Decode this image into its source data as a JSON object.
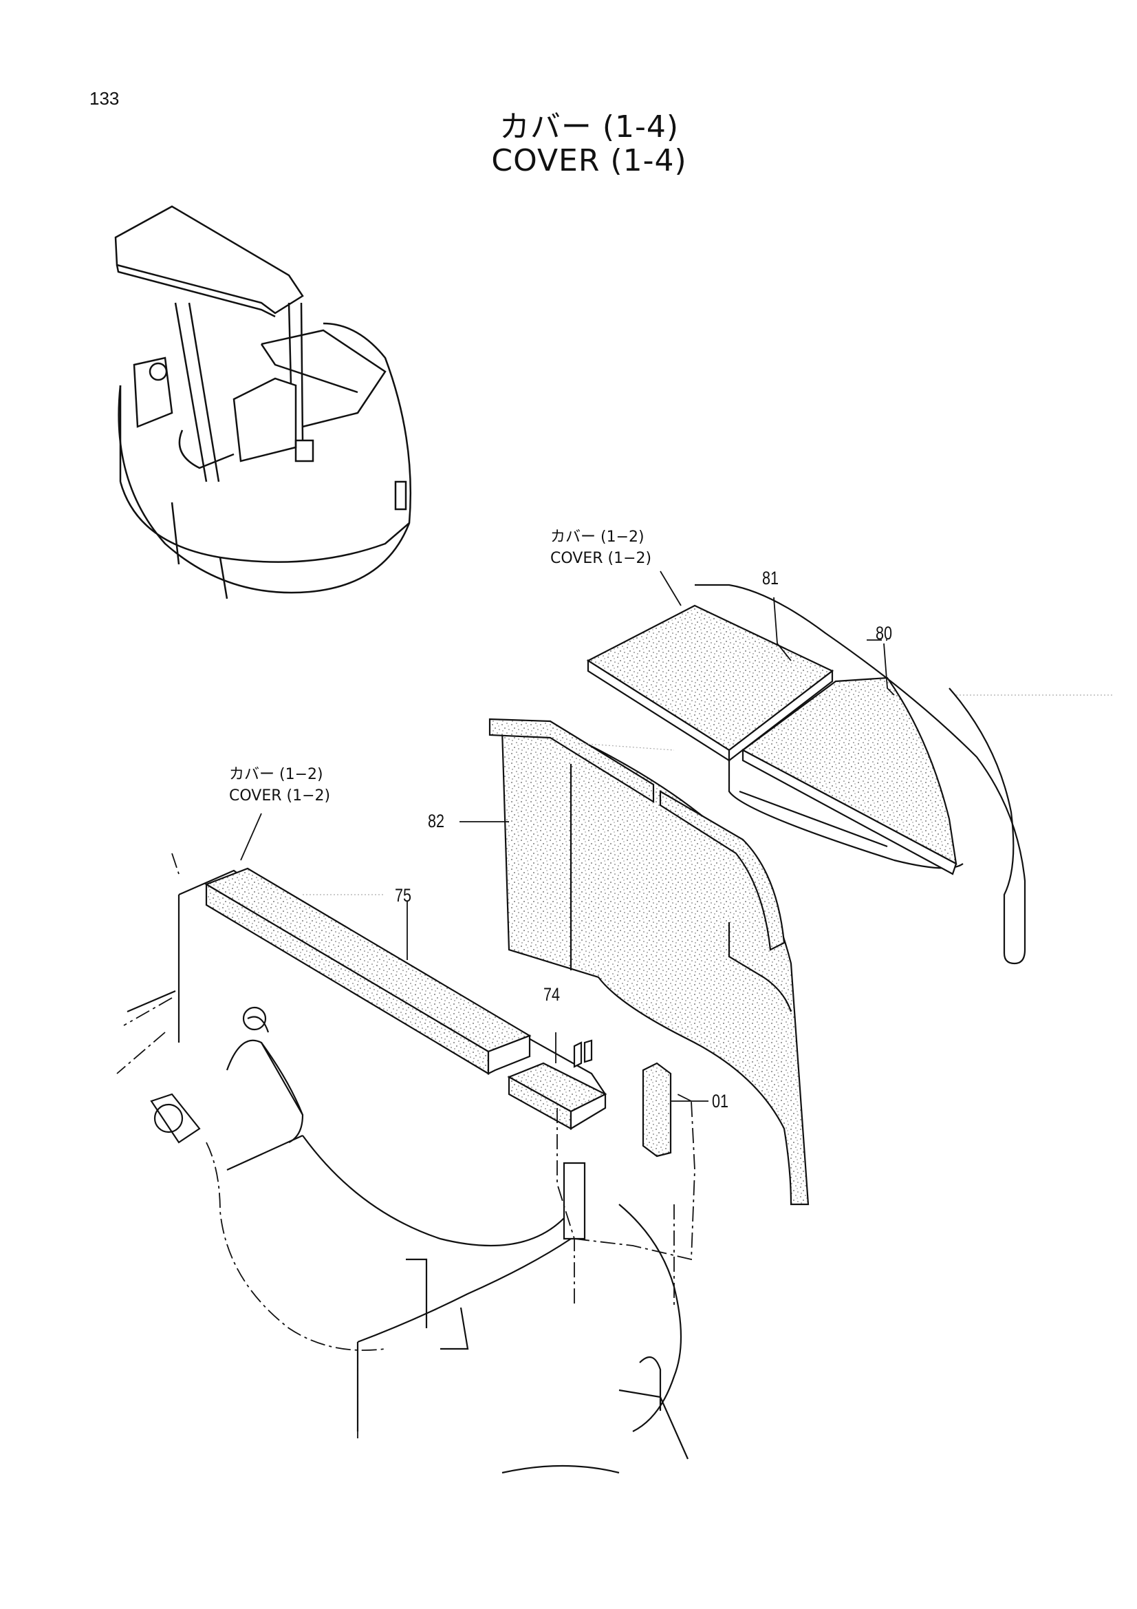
{
  "page_number": "133",
  "title": {
    "japanese": "カバー (1-4)",
    "english": "COVER (1-4)"
  },
  "references": [
    {
      "japanese": "カバー (1−2)",
      "english": "COVER (1−2)"
    },
    {
      "japanese": "カバー (1−2)",
      "english": "COVER (1−2)"
    }
  ],
  "callouts": {
    "part_81": "81",
    "part_80": "80",
    "part_82": "82",
    "part_75": "75",
    "part_74": "74",
    "part_01": "01"
  },
  "icons": [
    "excavator-overview-illustration",
    "foam-pad-illustration"
  ],
  "colors": {
    "line": "#111111",
    "background": "#ffffff",
    "stipple": "#555555"
  }
}
